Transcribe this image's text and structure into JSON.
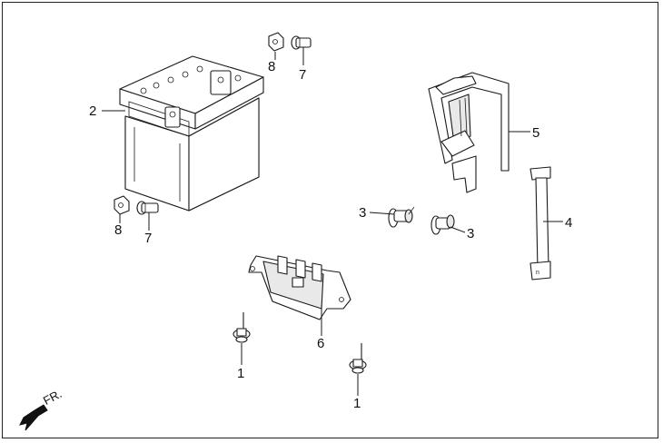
{
  "callouts": {
    "c1a": "1",
    "c1b": "1",
    "c2": "2",
    "c3a": "3",
    "c3b": "3",
    "c4": "4",
    "c5": "5",
    "c6": "6",
    "c7a": "7",
    "c7b": "7",
    "c8a": "8",
    "c8b": "8"
  },
  "front_indicator": {
    "label": "FR."
  },
  "colors": {
    "line": "#1a1a1a",
    "fill": "#ffffff",
    "shade": "#e9e9e9"
  },
  "parts": [
    {
      "number": "1",
      "icon": "flange-bolt-icon"
    },
    {
      "number": "2",
      "icon": "battery-icon"
    },
    {
      "number": "3",
      "icon": "rubber-damper-icon"
    },
    {
      "number": "4",
      "icon": "battery-strap-icon"
    },
    {
      "number": "5",
      "icon": "battery-holder-bracket-icon"
    },
    {
      "number": "6",
      "icon": "battery-tray-icon"
    },
    {
      "number": "7",
      "icon": "terminal-bolt-icon"
    },
    {
      "number": "8",
      "icon": "terminal-nut-icon"
    }
  ]
}
